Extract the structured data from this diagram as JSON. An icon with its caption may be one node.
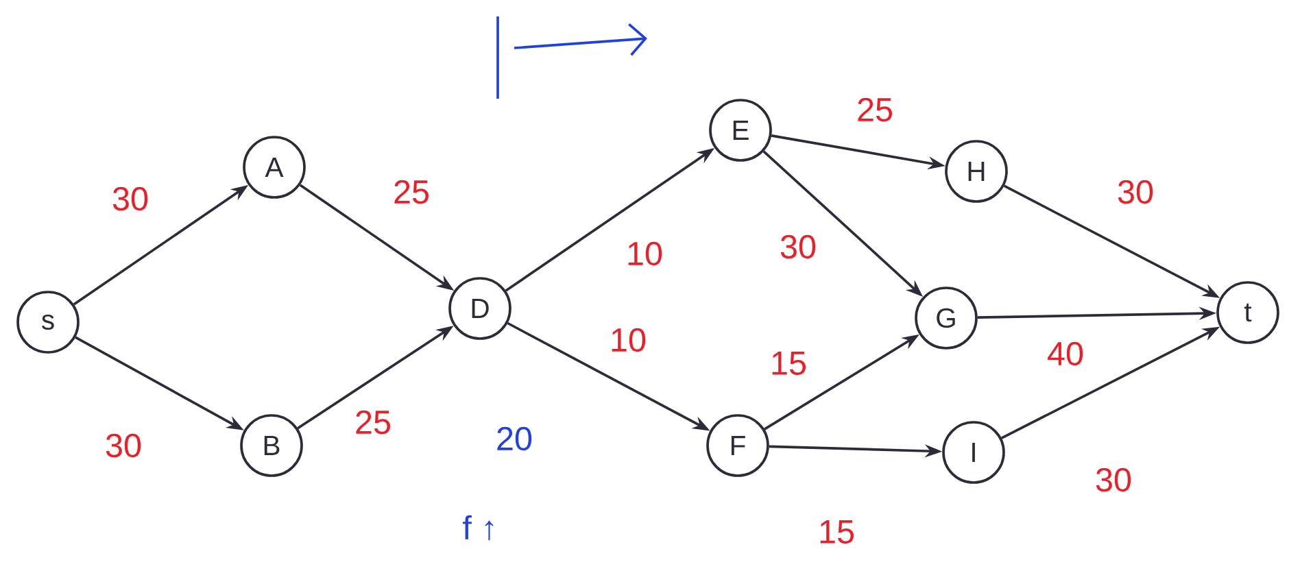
{
  "diagram": {
    "nodes": [
      {
        "text": [
          "s"
        ]
      },
      {
        "text": [
          "A"
        ]
      },
      {
        "text": [
          "B"
        ]
      },
      {
        "text": [
          "D"
        ]
      },
      {
        "text": [
          "E"
        ]
      },
      {
        "text": [
          "F"
        ]
      },
      {
        "text": [
          "H"
        ]
      },
      {
        "text": [
          "G"
        ]
      },
      {
        "text": [
          "I"
        ]
      },
      {
        "text": [
          "t"
        ]
      }
    ],
    "edges": [
      {
        "from": 0,
        "to": 1,
        "arrow": "to",
        "label": "30"
      },
      {
        "from": 0,
        "to": 2,
        "arrow": "to",
        "label": "30"
      },
      {
        "from": 1,
        "to": 3,
        "arrow": "to",
        "label": "25"
      },
      {
        "from": 2,
        "to": 3,
        "arrow": "to",
        "label": "25"
      },
      {
        "from": 3,
        "to": 4,
        "arrow": "to",
        "label": "10"
      },
      {
        "from": 3,
        "to": 5,
        "arrow": "to",
        "label": "10"
      },
      {
        "from": 4,
        "to": 6,
        "arrow": "to",
        "label": "25"
      },
      {
        "from": 4,
        "to": 7,
        "arrow": "to",
        "label": "30"
      },
      {
        "from": 5,
        "to": 7,
        "arrow": "to",
        "label": "15"
      },
      {
        "from": 5,
        "to": 8,
        "arrow": "to",
        "label": "15"
      },
      {
        "from": 6,
        "to": 9,
        "arrow": "to",
        "label": "30"
      },
      {
        "from": 7,
        "to": 9,
        "arrow": "to",
        "label": "40"
      },
      {
        "from": 8,
        "to": 9,
        "arrow": "to",
        "label": "30"
      }
    ],
    "labels": [
      "20",
      "f ↑"
    ]
  }
}
